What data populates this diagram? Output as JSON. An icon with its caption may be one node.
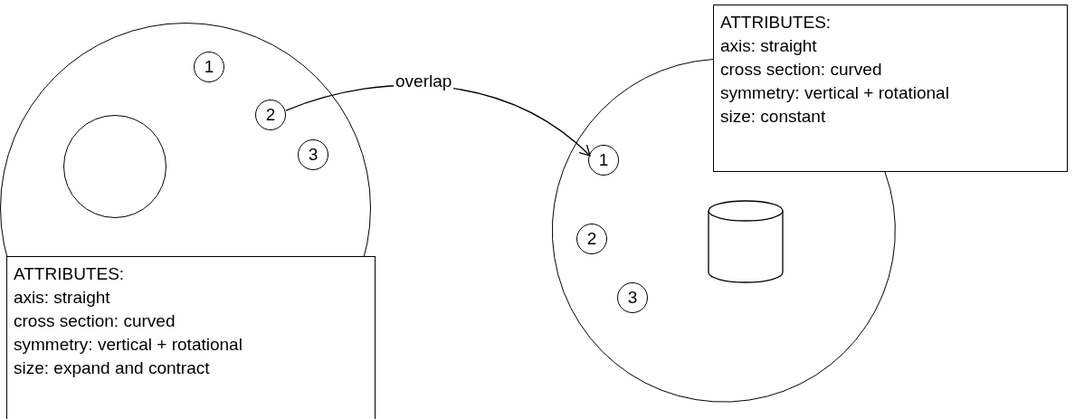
{
  "diagram": {
    "nodes": [
      {
        "text": [],
        "shape": "circle"
      },
      {
        "text": [
          "1"
        ],
        "in": 0
      },
      {
        "text": [
          "2"
        ],
        "in": 0
      },
      {
        "text": [
          "3"
        ],
        "in": 0
      },
      {
        "text": [],
        "shape": "circle",
        "in": 0
      },
      {
        "text": [
          "ATTRIBUTES:",
          "axis: straight",
          "cross section: curved",
          "symmetry: vertical + rotational",
          "size: expand and contract"
        ]
      },
      {
        "text": [],
        "shape": "circle"
      },
      {
        "text": [
          "ATTRIBUTES:",
          "axis: straight",
          "cross section: curved",
          "symmetry: vertical + rotational",
          "size: constant"
        ]
      },
      {
        "text": [
          "1"
        ],
        "in": 6
      },
      {
        "text": [
          "2"
        ],
        "in": 6
      },
      {
        "text": [
          "3"
        ],
        "in": 6
      },
      {
        "text": [],
        "shape": "cylinder",
        "in": 6
      }
    ],
    "edges": [
      {
        "from": 2,
        "to": 8,
        "arrow": "to",
        "label": "overlap"
      }
    ]
  }
}
